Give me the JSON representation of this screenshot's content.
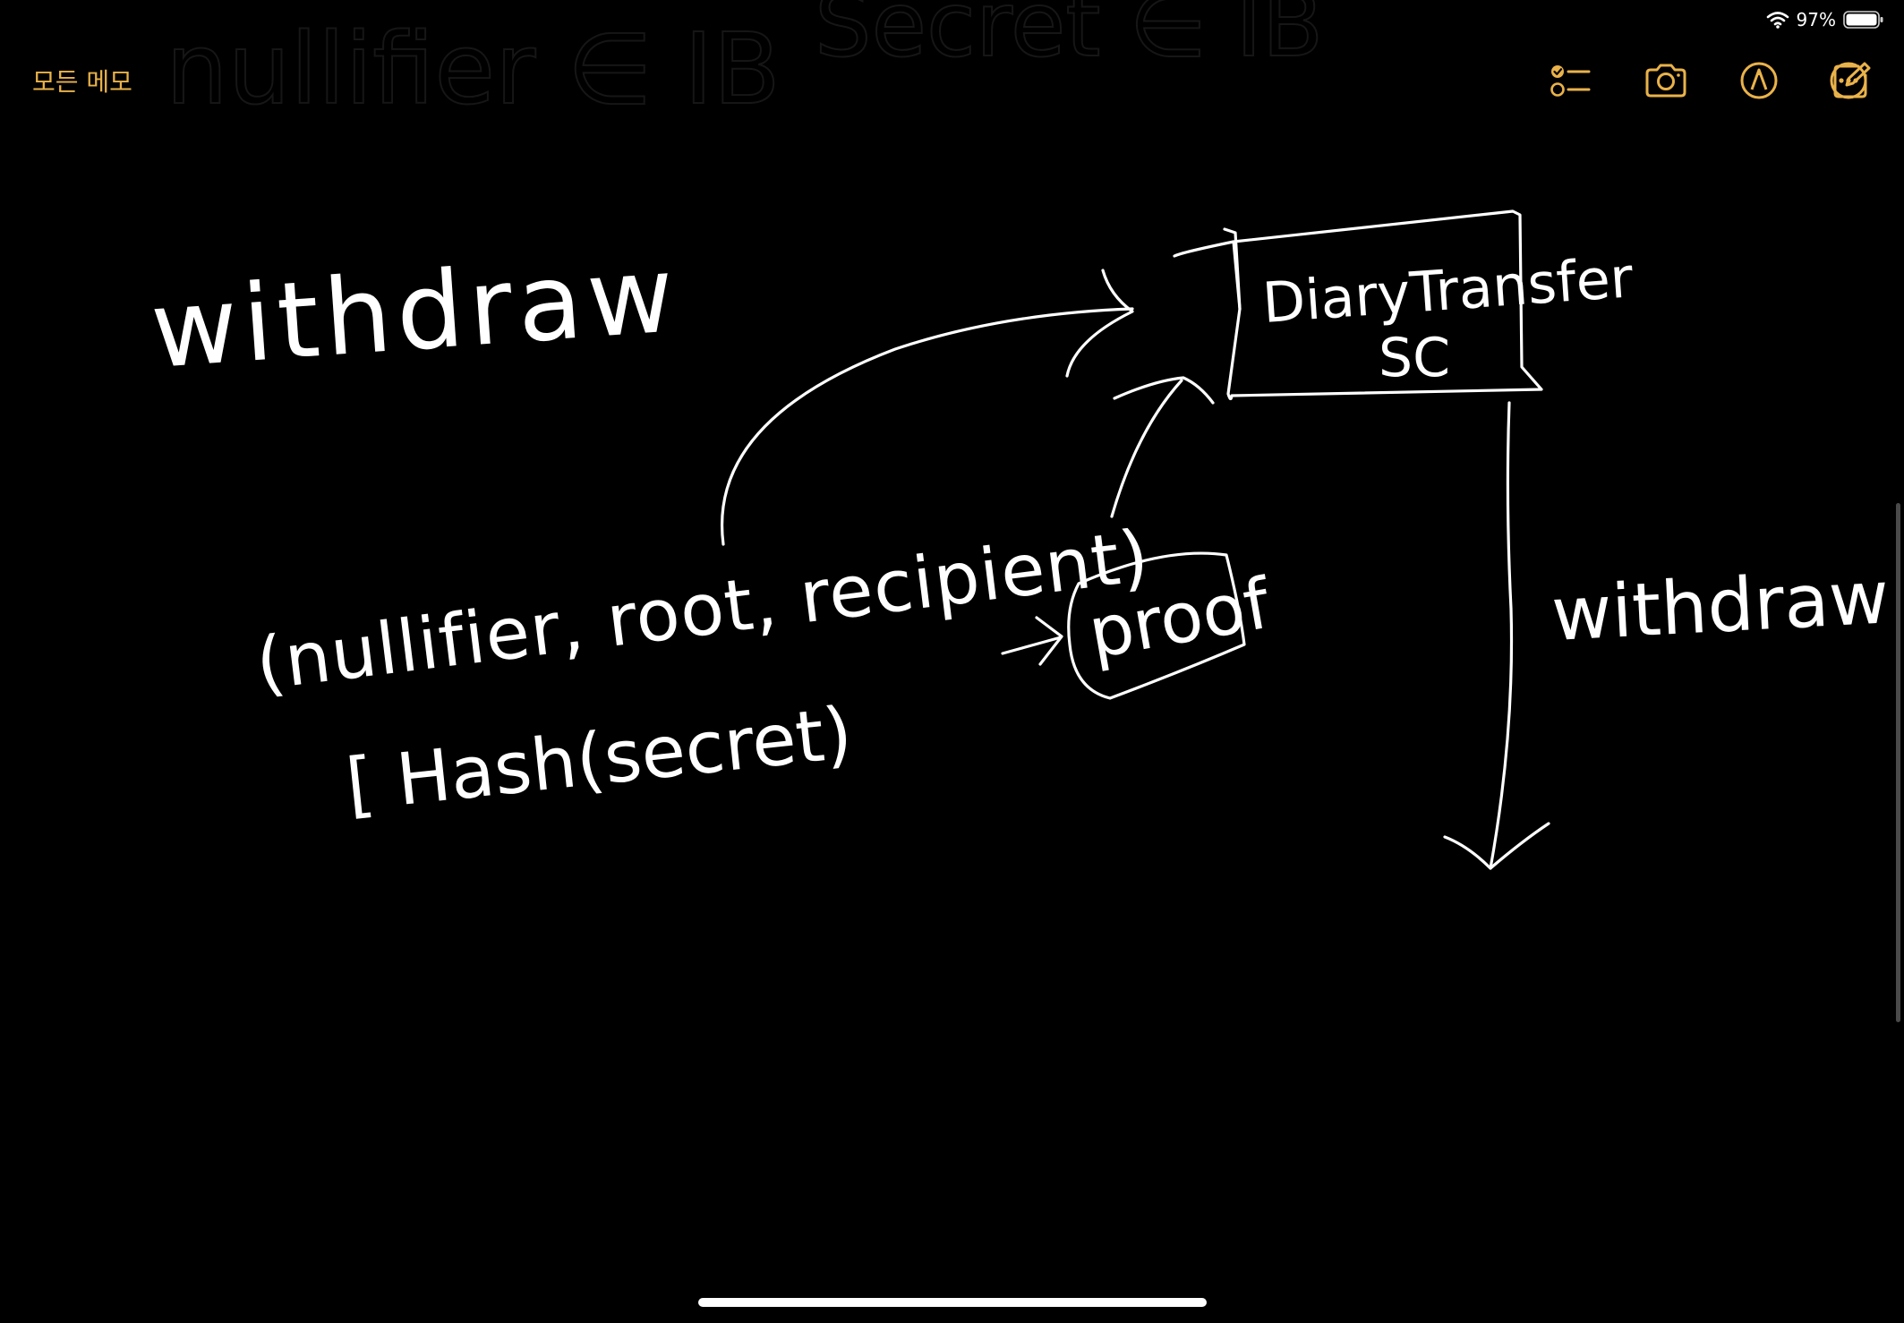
{
  "status": {
    "battery": "97%"
  },
  "nav": {
    "back_label": "모든 메모"
  },
  "toolbar": {
    "icons": [
      "checklist-icon",
      "camera-icon",
      "markup-pen-icon",
      "more-icon",
      "compose-icon"
    ]
  },
  "accent_color": "#e9b24a",
  "note": {
    "faded_header_left": "nullifier ∈ IB",
    "faded_header_right": "Secret ∈ IB",
    "heading": "withdraw",
    "params_line": "(nullifier, root, recipient)",
    "hash_line": "[ Hash(secret)",
    "proof_label": "proof",
    "contract_line1": "DiaryTransfer",
    "contract_line2": "SC",
    "arrow_label": "withdraw"
  }
}
